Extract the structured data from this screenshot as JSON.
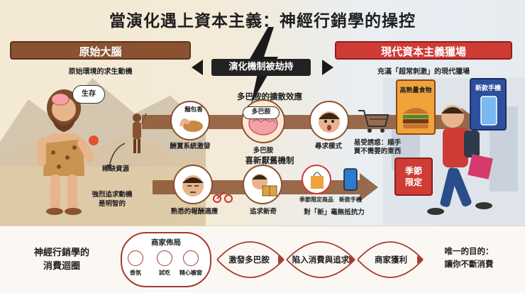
{
  "title": "當演化遇上資本主義：神經行銷學的操控",
  "hijack": "演化機制被劫持",
  "left": {
    "banner": "原始大腦",
    "subtitle": "原始環境的求生動機",
    "survival": "生存",
    "scarcity": "稀缺資源",
    "motivation": [
      "強烈追求動機",
      "是明智的"
    ]
  },
  "right": {
    "banner": "現代資本主義獵場",
    "subtitle": "充滿「超常刺激」的現代獵場",
    "food_sign": "高熱量食物",
    "phone_sign": "新款手機",
    "seasonal": [
      "季節",
      "限定"
    ]
  },
  "middle": {
    "dopamine_heading": "多巴胺的擴散效應",
    "novelty_heading": "喜新厭舊機制"
  },
  "row1": {
    "bread": "麵包香",
    "reward": "酬賞系統激發",
    "dopamine_bubble": "多巴胺",
    "dopamine": "多巴胺",
    "seeking": "尋求模式",
    "temptation": [
      "易受誘惑：順手",
      "買不需要的東西"
    ]
  },
  "row2": {
    "adaptation": "熟悉的報酬適應",
    "novelty": "追求新奇",
    "limited": "季節限定商品",
    "new_phone": "新款手機",
    "irresistible": "對「新」毫無抵抗力"
  },
  "loop": {
    "title": [
      "神經行銷學的",
      "消費迴圈"
    ],
    "layout": "商家佈局",
    "tools": [
      "香氛",
      "試吃",
      "精心櫥窗"
    ],
    "steps": [
      "激發多巴胺",
      "陷入消費與追求",
      "商家獲利"
    ],
    "goal": [
      "唯一的目的：",
      "讓你不斷消費"
    ]
  },
  "colors": {
    "primitive_brown": "#8a5230",
    "modern_red": "#cf3b35",
    "loop_red": "#a73a2e"
  }
}
